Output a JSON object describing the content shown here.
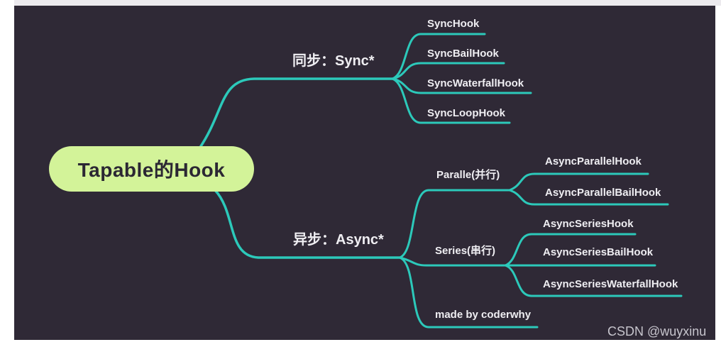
{
  "colors": {
    "page_bg": "#ffffff",
    "board_bg": "#2f2936",
    "line": "#2cc9ba",
    "root_fill": "#d3f399",
    "root_text": "#2b2733",
    "label_text": "#efeef2",
    "watermark_text": "#c7c5cd"
  },
  "mindmap": {
    "root": "Tapable的Hook",
    "sync": {
      "label": "同步：Sync*",
      "children": [
        "SyncHook",
        "SyncBailHook",
        "SyncWaterfallHook",
        "SyncLoopHook"
      ]
    },
    "async": {
      "label": "异步：Async*",
      "parallel": {
        "label": "Paralle(并行)",
        "children": [
          "AsyncParallelHook",
          "AsyncParallelBailHook"
        ]
      },
      "series": {
        "label": "Series(串行)",
        "children": [
          "AsyncSeriesHook",
          "AsyncSeriesBailHook",
          "AsyncSeriesWaterfallHook"
        ]
      },
      "credit": "made by coderwhy"
    },
    "watermark": "CSDN @wuyxinu"
  }
}
